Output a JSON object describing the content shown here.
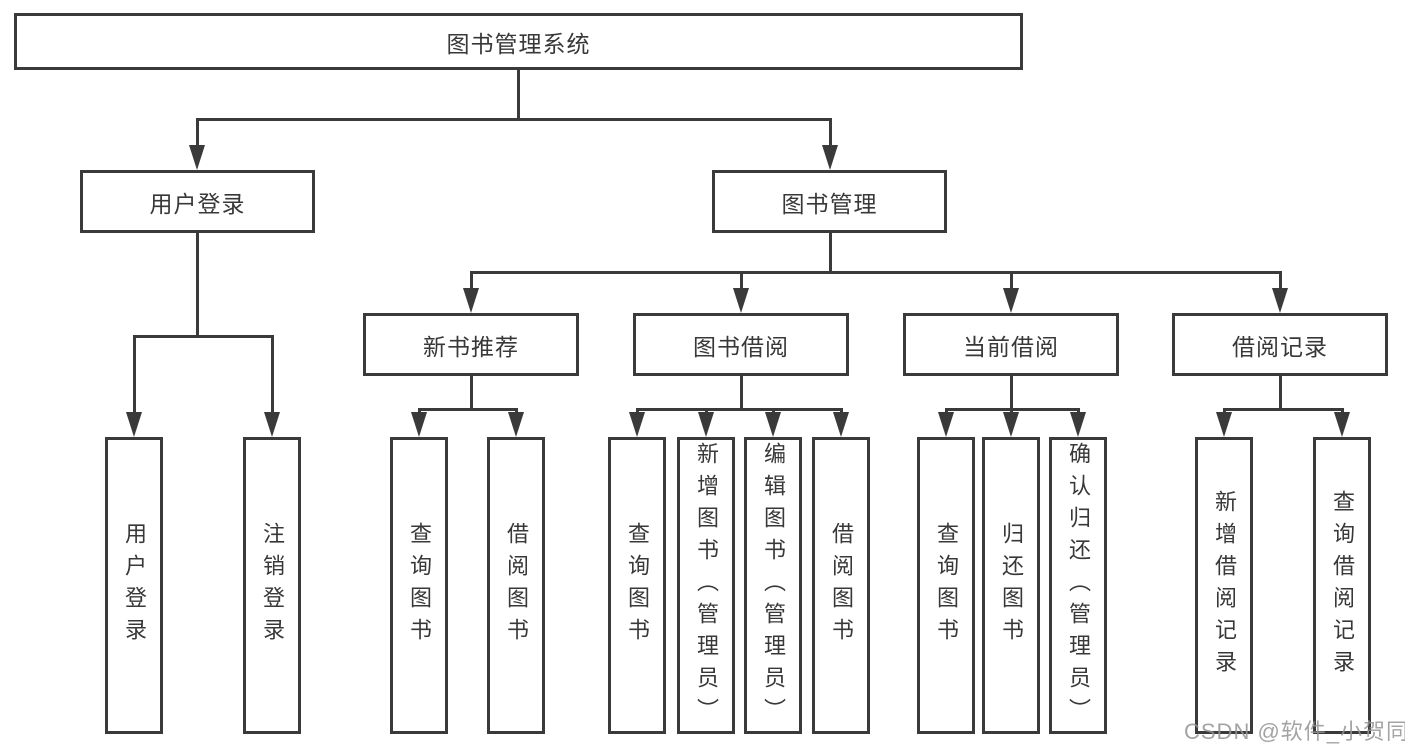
{
  "colors": {
    "line": "#3a3a3a",
    "text": "#383838",
    "watermark": "#949494"
  },
  "tree": {
    "root": {
      "label": "图书管理系统"
    },
    "branches": [
      {
        "label": "用户登录",
        "children": [
          {
            "label": "用户登录"
          },
          {
            "label": "注销登录"
          }
        ]
      },
      {
        "label": "图书管理",
        "groups": [
          {
            "label": "新书推荐",
            "children": [
              {
                "label": "查询图书"
              },
              {
                "label": "借阅图书"
              }
            ]
          },
          {
            "label": "图书借阅",
            "children": [
              {
                "label": "查询图书"
              },
              {
                "label": "新增图书（管理员）"
              },
              {
                "label": "编辑图书（管理员）"
              },
              {
                "label": "借阅图书"
              }
            ]
          },
          {
            "label": "当前借阅",
            "children": [
              {
                "label": "查询图书"
              },
              {
                "label": "归还图书"
              },
              {
                "label": "确认归还（管理员）"
              }
            ]
          },
          {
            "label": "借阅记录",
            "children": [
              {
                "label": "新增借阅记录"
              },
              {
                "label": "查询借阅记录"
              }
            ]
          }
        ]
      }
    ]
  },
  "watermark": {
    "text": "CSDN @软件_小贺同学"
  }
}
